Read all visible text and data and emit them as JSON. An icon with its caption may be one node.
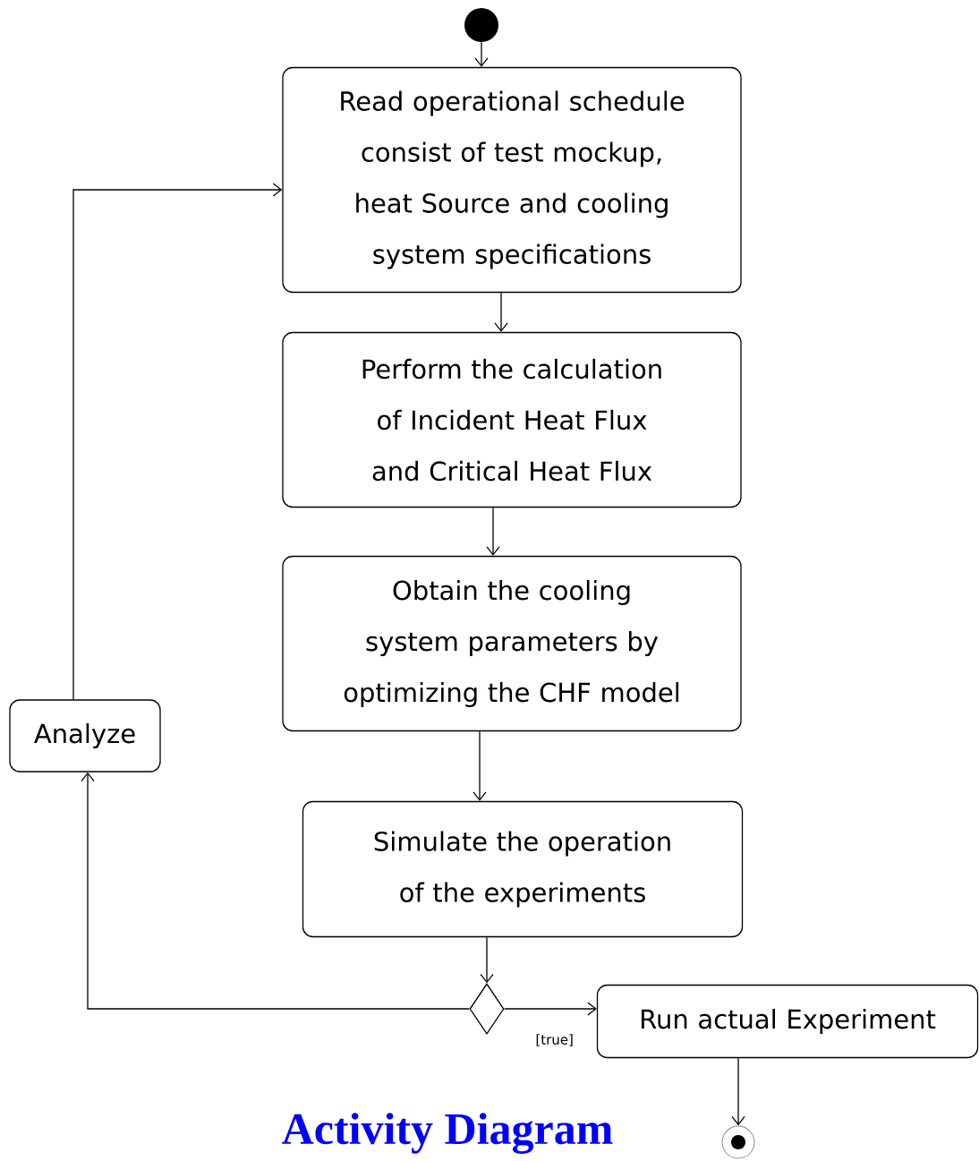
{
  "diagram": {
    "title": "Activity Diagram",
    "nodes": [
      {
        "text": [],
        "shape": "circle"
      },
      {
        "text": [
          "Read operational schedule consist of test mockup, heat Source and cooling system specifications"
        ]
      },
      {
        "text": [
          "Perform the calculation of Incident Heat Flux and Critical Heat Flux"
        ]
      },
      {
        "text": [
          "Obtain the cooling system parameters by optimizing the CHF model"
        ]
      },
      {
        "text": [
          "Analyze"
        ]
      },
      {
        "text": [
          "Simulate the operation of the experiments"
        ]
      },
      {
        "text": [],
        "shape": "diamond"
      },
      {
        "text": [
          "Run actual Experiment"
        ]
      },
      {
        "text": [],
        "shape": "bullseye"
      }
    ],
    "edges": [
      {
        "from": 0,
        "to": 1,
        "arrow": "to"
      },
      {
        "from": 1,
        "to": 2,
        "arrow": "to"
      },
      {
        "from": 2,
        "to": 3,
        "arrow": "to"
      },
      {
        "from": 3,
        "to": 5,
        "arrow": "to"
      },
      {
        "from": 5,
        "to": 6,
        "arrow": "to"
      },
      {
        "from": 6,
        "to": 7,
        "label": "[true]",
        "arrow": "to"
      },
      {
        "from": 6,
        "to": 4,
        "arrow": "to"
      },
      {
        "from": 4,
        "to": 1,
        "arrow": "to"
      },
      {
        "from": 7,
        "to": 8,
        "arrow": "to"
      }
    ]
  }
}
